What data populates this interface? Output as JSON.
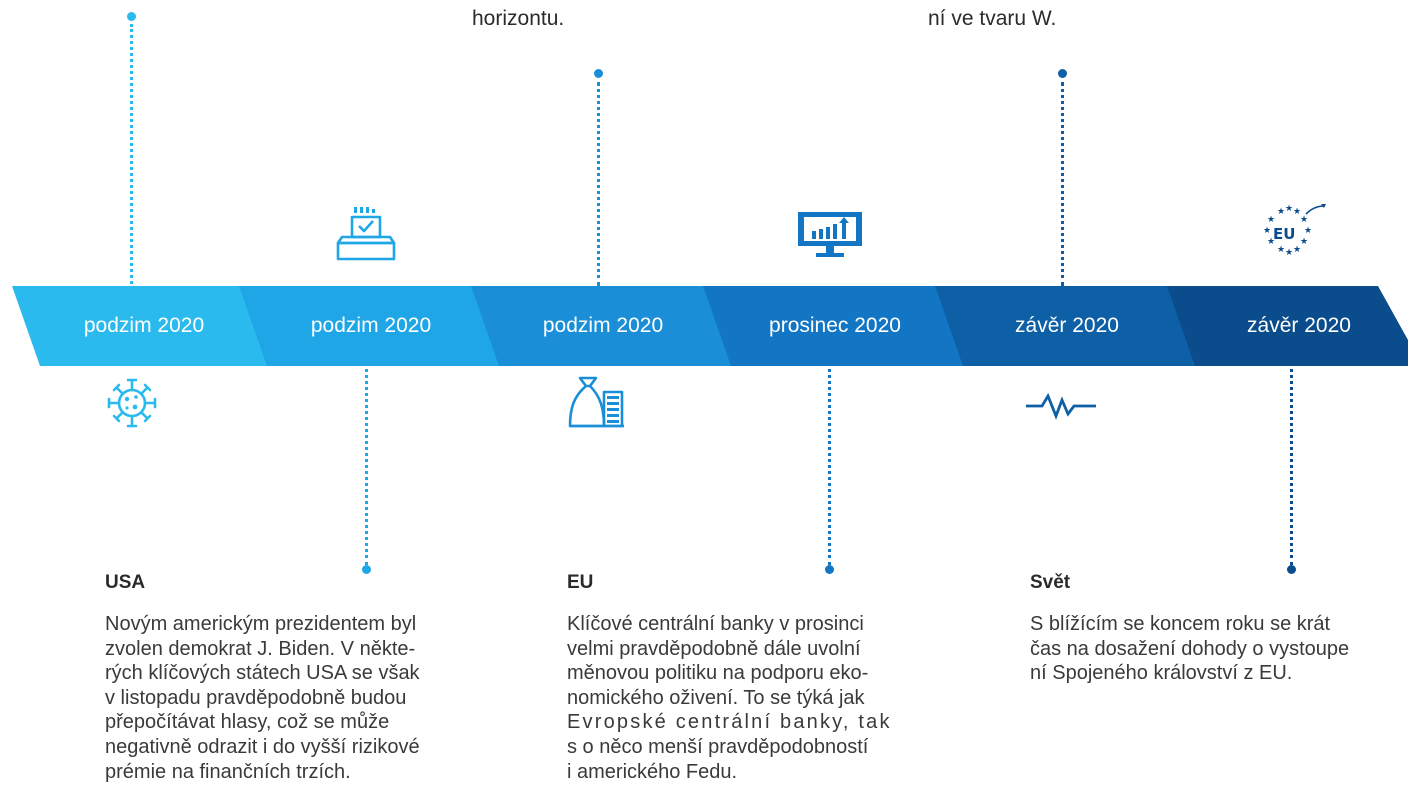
{
  "top_fragments": {
    "col2": "horizontu.",
    "col3": "ní ve tvaru W."
  },
  "timeline": [
    {
      "label": "podzim 2020",
      "color": "#2bbaee",
      "icon": "virus-icon"
    },
    {
      "label": "podzim 2020",
      "color": "#1ea6e6",
      "icon": "ballot-box-icon"
    },
    {
      "label": "podzim 2020",
      "color": "#1a8fd8",
      "icon": "money-bag-icon"
    },
    {
      "label": "prosinec 2020",
      "color": "#1276c4",
      "icon": "chart-monitor-icon"
    },
    {
      "label": "závěr 2020",
      "color": "#0d5fa6",
      "icon": "pulse-icon"
    },
    {
      "label": "závěr 2020",
      "color": "#0a4c8c",
      "icon": "eu-stars-icon"
    }
  ],
  "sections": [
    {
      "title": "USA",
      "lines": [
        "Novým americkým prezidentem byl",
        "zvolen demokrat J. Biden. V někte-",
        "rých klíčových státech USA se však",
        "v listopadu pravděpodobně budou",
        "přepočítávat hlasy, což se může",
        "negativně odrazit i do vyšší rizikové",
        "prémie na finančních trzích."
      ]
    },
    {
      "title": "EU",
      "lines": [
        "Klíčové centrální banky v prosinci",
        "velmi pravděpodobně dále uvolní",
        "měnovou politiku na podporu eko-",
        "nomického oživení. To se týká jak",
        "Evropské centrální banky, tak",
        "s o něco menší pravděpodobností",
        "i amerického Fedu."
      ]
    },
    {
      "title": "Svět",
      "lines": [
        "S blížícím se koncem roku se krát",
        "čas na dosažení dohody o vystoupe",
        "ní Spojeného království z EU."
      ]
    }
  ],
  "colors": {
    "text": "#2b2b2b",
    "dot_light": "#2bbaee",
    "dot_mid": "#1a8fd8",
    "dot_dark": "#0a4c8c"
  }
}
